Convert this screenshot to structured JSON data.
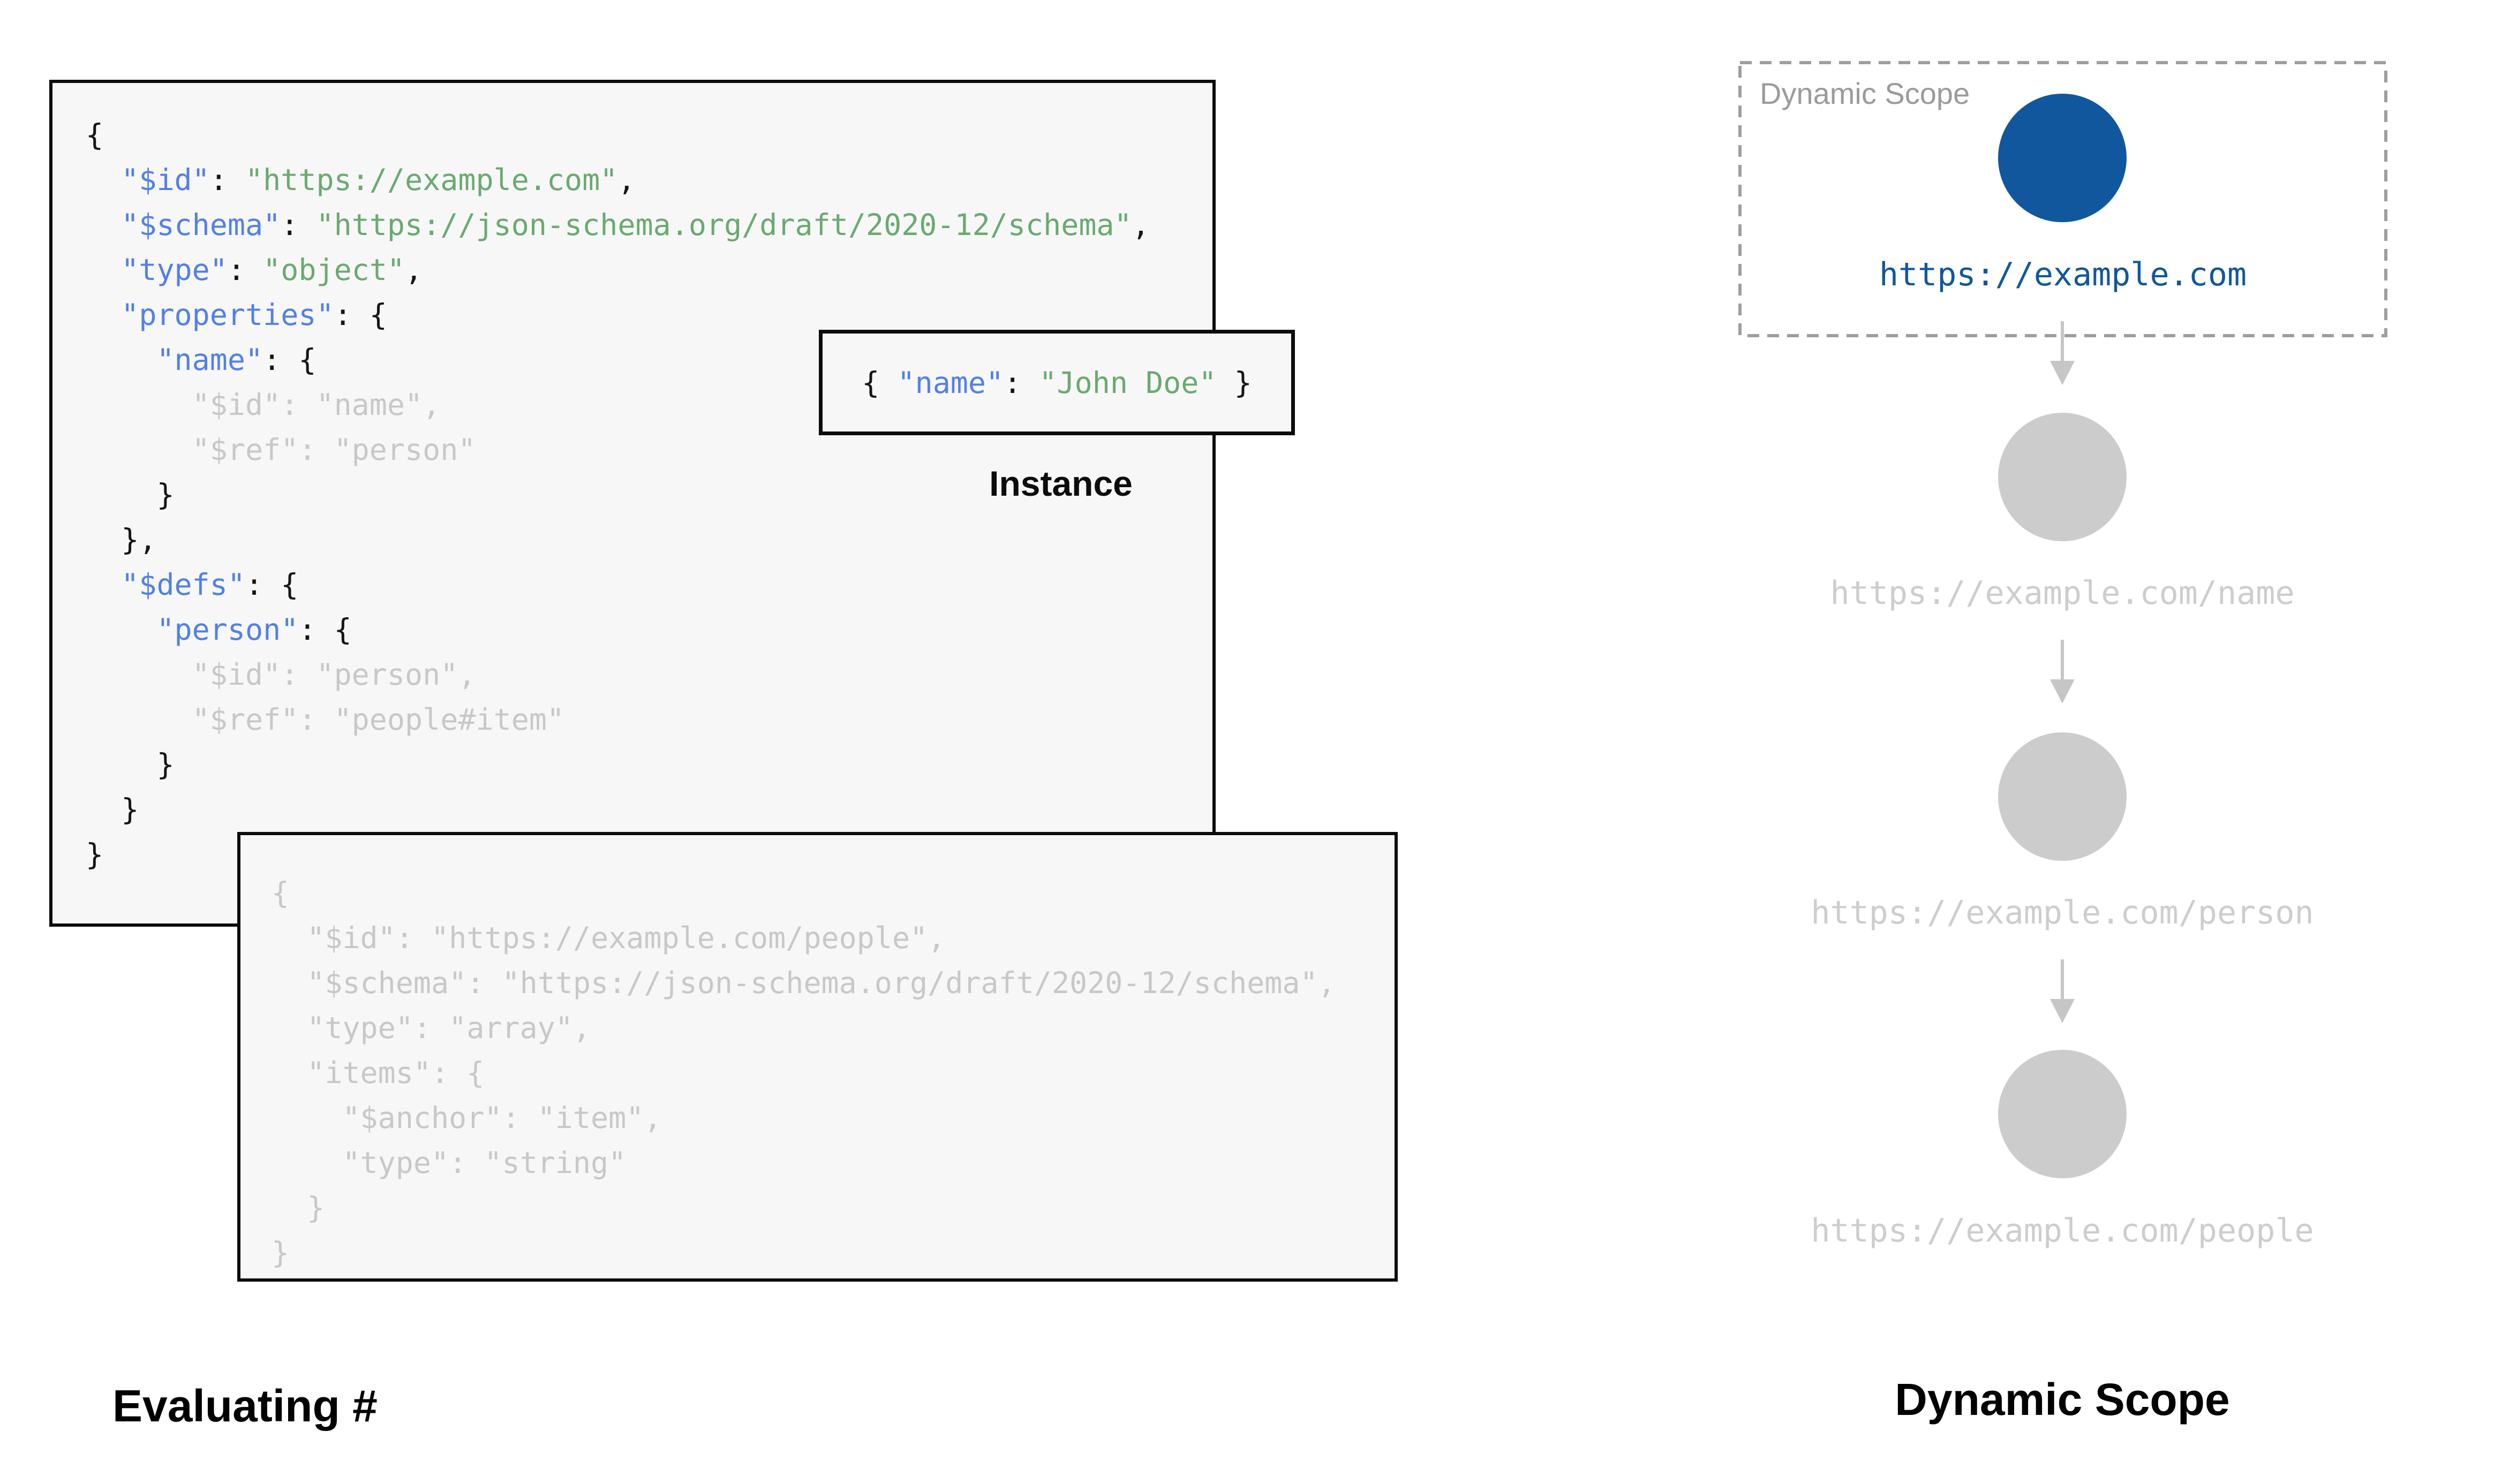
{
  "captions": {
    "left": "Evaluating #",
    "right": "Dynamic Scope"
  },
  "instance": {
    "label": "Instance",
    "code": {
      "lines": [
        {
          "i": 0,
          "t": [
            [
              "p",
              "{ "
            ],
            [
              "k",
              "\"name\""
            ],
            [
              "p",
              ": "
            ],
            [
              "v",
              "\"John Doe\""
            ],
            [
              "p",
              " }"
            ]
          ]
        }
      ]
    }
  },
  "schema_main": {
    "lines": [
      {
        "i": 0,
        "t": [
          [
            "p",
            "{"
          ]
        ]
      },
      {
        "i": 1,
        "t": [
          [
            "k",
            "\"$id\""
          ],
          [
            "p",
            ": "
          ],
          [
            "v",
            "\"https://example.com\""
          ],
          [
            "p",
            ","
          ]
        ]
      },
      {
        "i": 1,
        "t": [
          [
            "k",
            "\"$schema\""
          ],
          [
            "p",
            ": "
          ],
          [
            "v",
            "\"https://json-schema.org/draft/2020-12/schema\""
          ],
          [
            "p",
            ","
          ]
        ]
      },
      {
        "i": 1,
        "t": [
          [
            "k",
            "\"type\""
          ],
          [
            "p",
            ": "
          ],
          [
            "v",
            "\"object\""
          ],
          [
            "p",
            ","
          ]
        ]
      },
      {
        "i": 1,
        "t": [
          [
            "k",
            "\"properties\""
          ],
          [
            "p",
            ": {"
          ]
        ]
      },
      {
        "i": 2,
        "t": [
          [
            "k",
            "\"name\""
          ],
          [
            "p",
            ": {"
          ]
        ]
      },
      {
        "i": 3,
        "f": 1,
        "t": [
          [
            "g",
            "\"$id\": \"name\","
          ]
        ]
      },
      {
        "i": 3,
        "f": 1,
        "t": [
          [
            "g",
            "\"$ref\": \"person\""
          ]
        ]
      },
      {
        "i": 2,
        "t": [
          [
            "p",
            "}"
          ]
        ]
      },
      {
        "i": 1,
        "t": [
          [
            "p",
            "},"
          ]
        ]
      },
      {
        "i": 1,
        "t": [
          [
            "k",
            "\"$defs\""
          ],
          [
            "p",
            ": {"
          ]
        ]
      },
      {
        "i": 2,
        "t": [
          [
            "k",
            "\"person\""
          ],
          [
            "p",
            ": {"
          ]
        ]
      },
      {
        "i": 3,
        "f": 1,
        "t": [
          [
            "g",
            "\"$id\": \"person\","
          ]
        ]
      },
      {
        "i": 3,
        "f": 1,
        "t": [
          [
            "g",
            "\"$ref\": \"people#item\""
          ]
        ]
      },
      {
        "i": 2,
        "t": [
          [
            "p",
            "}"
          ]
        ]
      },
      {
        "i": 1,
        "t": [
          [
            "p",
            "}"
          ]
        ]
      },
      {
        "i": 0,
        "t": [
          [
            "p",
            "}"
          ]
        ]
      }
    ]
  },
  "schema_people": {
    "lines": [
      {
        "i": 0,
        "f": 1,
        "t": [
          [
            "g",
            "{"
          ]
        ]
      },
      {
        "i": 1,
        "f": 1,
        "t": [
          [
            "g",
            "\"$id\": \"https://example.com/people\","
          ]
        ]
      },
      {
        "i": 1,
        "f": 1,
        "t": [
          [
            "g",
            "\"$schema\": \"https://json-schema.org/draft/2020-12/schema\","
          ]
        ]
      },
      {
        "i": 1,
        "f": 1,
        "t": [
          [
            "g",
            "\"type\": \"array\","
          ]
        ]
      },
      {
        "i": 1,
        "f": 1,
        "t": [
          [
            "g",
            "\"items\": {"
          ]
        ]
      },
      {
        "i": 2,
        "f": 1,
        "t": [
          [
            "g",
            "\"$anchor\": \"item\","
          ]
        ]
      },
      {
        "i": 2,
        "f": 1,
        "t": [
          [
            "g",
            "\"type\": \"string\""
          ]
        ]
      },
      {
        "i": 1,
        "f": 1,
        "t": [
          [
            "g",
            "}"
          ]
        ]
      },
      {
        "i": 0,
        "f": 1,
        "t": [
          [
            "g",
            "}"
          ]
        ]
      }
    ]
  },
  "scope_panel": {
    "title": "Dynamic Scope"
  },
  "scope_chain": {
    "nodes": [
      {
        "url": "https://example.com",
        "state": "active"
      },
      {
        "url": "https://example.com/name",
        "state": "inactive"
      },
      {
        "url": "https://example.com/person",
        "state": "inactive"
      },
      {
        "url": "https://example.com/people",
        "state": "inactive"
      }
    ]
  },
  "palette": {
    "key_blue": "#5380e8",
    "value_green": "#6aaa70",
    "punctuation_black": "#151515",
    "faded_code_gray": "#c8c8c8",
    "active_scope_blue": "#11579e",
    "inactive_circle_gray": "#cccccc",
    "inactive_url_gray": "#cdcdcd",
    "arrow_gray": "#c6c6c6",
    "dashed_border_gray": "#9e9e9e",
    "box_background": "#f7f7f7",
    "box_border_black": "#0c0c0c"
  }
}
